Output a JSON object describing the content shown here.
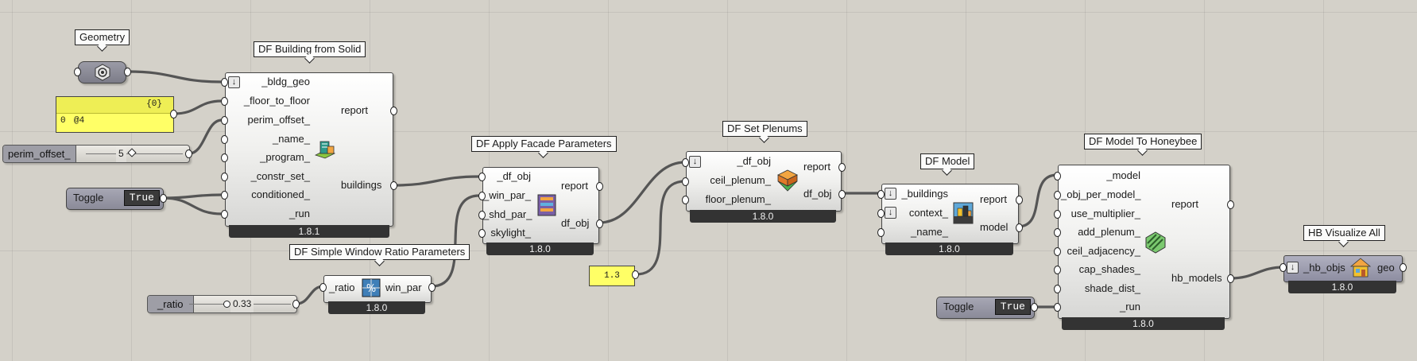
{
  "params": {
    "geometry_title": "Geometry",
    "panel_header": "{0}",
    "panel_row_index": "0",
    "panel_row_value": "@4",
    "perim_slider": {
      "name": "perim_offset_",
      "value": "5"
    },
    "toggle1": {
      "name": "Toggle",
      "value": "True"
    },
    "ratio_slider": {
      "name": "_ratio",
      "value": "0.33"
    },
    "plenum_value": "1.3",
    "toggle2": {
      "name": "Toggle",
      "value": "True"
    }
  },
  "components": {
    "building": {
      "title": "DF Building from Solid",
      "inputs": [
        "_bldg_geo",
        "_floor_to_floor",
        "perim_offset_",
        "_name_",
        "_program_",
        "_constr_set_",
        "conditioned_",
        "_run"
      ],
      "outputs": [
        "report",
        "buildings"
      ],
      "version": "1.8.1"
    },
    "window": {
      "title": "DF Simple Window Ratio Parameters",
      "inputs": [
        "_ratio"
      ],
      "outputs": [
        "win_par"
      ],
      "version": "1.8.0"
    },
    "facade": {
      "title": "DF Apply Facade Parameters",
      "inputs": [
        "_df_obj",
        "_win_par_",
        "_shd_par_",
        "skylight_"
      ],
      "outputs": [
        "report",
        "df_obj"
      ],
      "version": "1.8.0"
    },
    "plenums": {
      "title": "DF Set Plenums",
      "inputs": [
        "_df_obj",
        "ceil_plenum_",
        "floor_plenum_"
      ],
      "outputs": [
        "report",
        "df_obj"
      ],
      "version": "1.8.0"
    },
    "model": {
      "title": "DF Model",
      "inputs": [
        "_buildings",
        "context_",
        "_name_"
      ],
      "outputs": [
        "report",
        "model"
      ],
      "version": "1.8.0"
    },
    "tohb": {
      "title": "DF Model To Honeybee",
      "inputs": [
        "_model",
        "_obj_per_model_",
        "use_multiplier_",
        "add_plenum_",
        "ceil_adjacency_",
        "cap_shades_",
        "shade_dist_",
        "_run"
      ],
      "outputs": [
        "report",
        "hb_models"
      ],
      "version": "1.8.0"
    },
    "viz": {
      "title": "HB Visualize All",
      "inputs": [
        "_hb_objs"
      ],
      "outputs": [
        "geo"
      ],
      "version": "1.8.0"
    }
  }
}
